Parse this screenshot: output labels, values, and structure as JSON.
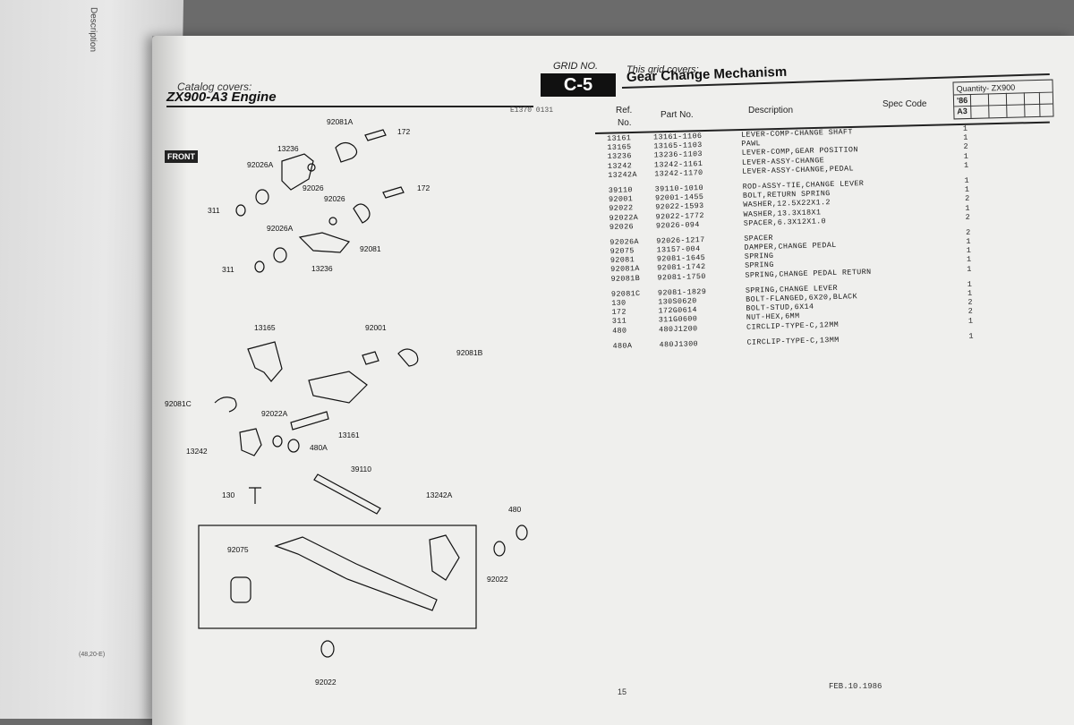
{
  "left_page": {
    "header": "Description",
    "footer": "(48,20-E)"
  },
  "catalog": {
    "label": "Catalog covers:",
    "engine": "ZX900-A3 Engine",
    "code": "E1370 0131",
    "front_tag": "FRONT"
  },
  "grid": {
    "label": "GRID NO.",
    "value": "C-5"
  },
  "section": {
    "covers_label": "This grid covers:",
    "title": "Gear Change Mechanism"
  },
  "columns": {
    "ref": "Ref.",
    "ref_no": "No.",
    "part_no": "Part No.",
    "description": "Description",
    "spec_code": "Spec Code"
  },
  "quantity": {
    "title": "Quantity- ZX900",
    "year": "'86",
    "model": "A3"
  },
  "parts": [
    {
      "ref": "13161",
      "part": "13161-1106",
      "desc": "LEVER-COMP-CHANGE SHAFT",
      "qty": "1",
      "gap": false
    },
    {
      "ref": "13165",
      "part": "13165-1103",
      "desc": "PAWL",
      "qty": "1",
      "gap": false
    },
    {
      "ref": "13236",
      "part": "13236-1103",
      "desc": "LEVER-COMP,GEAR POSITION",
      "qty": "2",
      "gap": false
    },
    {
      "ref": "13242",
      "part": "13242-1161",
      "desc": "LEVER-ASSY-CHANGE",
      "qty": "1",
      "gap": false
    },
    {
      "ref": "13242A",
      "part": "13242-1170",
      "desc": "LEVER-ASSY-CHANGE,PEDAL",
      "qty": "1",
      "gap": false
    },
    {
      "ref": "39110",
      "part": "39110-1010",
      "desc": "ROD-ASSY-TIE,CHANGE LEVER",
      "qty": "1",
      "gap": true
    },
    {
      "ref": "92001",
      "part": "92001-1455",
      "desc": "BOLT,RETURN SPRING",
      "qty": "1",
      "gap": false
    },
    {
      "ref": "92022",
      "part": "92022-1593",
      "desc": "WASHER,12.5X22X1.2",
      "qty": "2",
      "gap": false
    },
    {
      "ref": "92022A",
      "part": "92022-1772",
      "desc": "WASHER,13.3X18X1",
      "qty": "1",
      "gap": false
    },
    {
      "ref": "92026",
      "part": "92026-094",
      "desc": "SPACER,6.3X12X1.0",
      "qty": "2",
      "gap": false
    },
    {
      "ref": "92026A",
      "part": "92026-1217",
      "desc": "SPACER",
      "qty": "2",
      "gap": true
    },
    {
      "ref": "92075",
      "part": "13157-004",
      "desc": "DAMPER,CHANGE PEDAL",
      "qty": "1",
      "gap": false
    },
    {
      "ref": "92081",
      "part": "92081-1645",
      "desc": "SPRING",
      "qty": "1",
      "gap": false
    },
    {
      "ref": "92081A",
      "part": "92081-1742",
      "desc": "SPRING",
      "qty": "1",
      "gap": false
    },
    {
      "ref": "92081B",
      "part": "92081-1750",
      "desc": "SPRING,CHANGE PEDAL RETURN",
      "qty": "1",
      "gap": false
    },
    {
      "ref": "92081C",
      "part": "92081-1829",
      "desc": "SPRING,CHANGE LEVER",
      "qty": "1",
      "gap": true
    },
    {
      "ref": "130",
      "part": "130S0620",
      "desc": "BOLT-FLANGED,6X20,BLACK",
      "qty": "1",
      "gap": false
    },
    {
      "ref": "172",
      "part": "172G0614",
      "desc": "BOLT-STUD,6X14",
      "qty": "2",
      "gap": false
    },
    {
      "ref": "311",
      "part": "311G0600",
      "desc": "NUT-HEX,6MM",
      "qty": "2",
      "gap": false
    },
    {
      "ref": "480",
      "part": "480J1200",
      "desc": "CIRCLIP-TYPE-C,12MM",
      "qty": "1",
      "gap": false
    },
    {
      "ref": "480A",
      "part": "480J1300",
      "desc": "CIRCLIP-TYPE-C,13MM",
      "qty": "1",
      "gap": true
    }
  ],
  "diagram_labels": {
    "l92081A": "92081A",
    "l172a": "172",
    "l13236a": "13236",
    "l92026A": "92026A",
    "l92026": "92026",
    "l311a": "311",
    "l92026b": "92026",
    "l172b": "172",
    "l92026Ab": "92026A",
    "l92081": "92081",
    "l311b": "311",
    "l13236b": "13236",
    "l13165": "13165",
    "l92001": "92001",
    "l92081B": "92081B",
    "l92081C": "92081C",
    "l92022A": "92022A",
    "l480A": "480A",
    "l13161": "13161",
    "l13242": "13242",
    "l39110": "39110",
    "l130": "130",
    "l13242A": "13242A",
    "l480": "480",
    "l92075": "92075",
    "l92022a": "92022",
    "l92022b": "92022"
  },
  "footer": {
    "page_number": "15",
    "date": "FEB.10.1986"
  }
}
